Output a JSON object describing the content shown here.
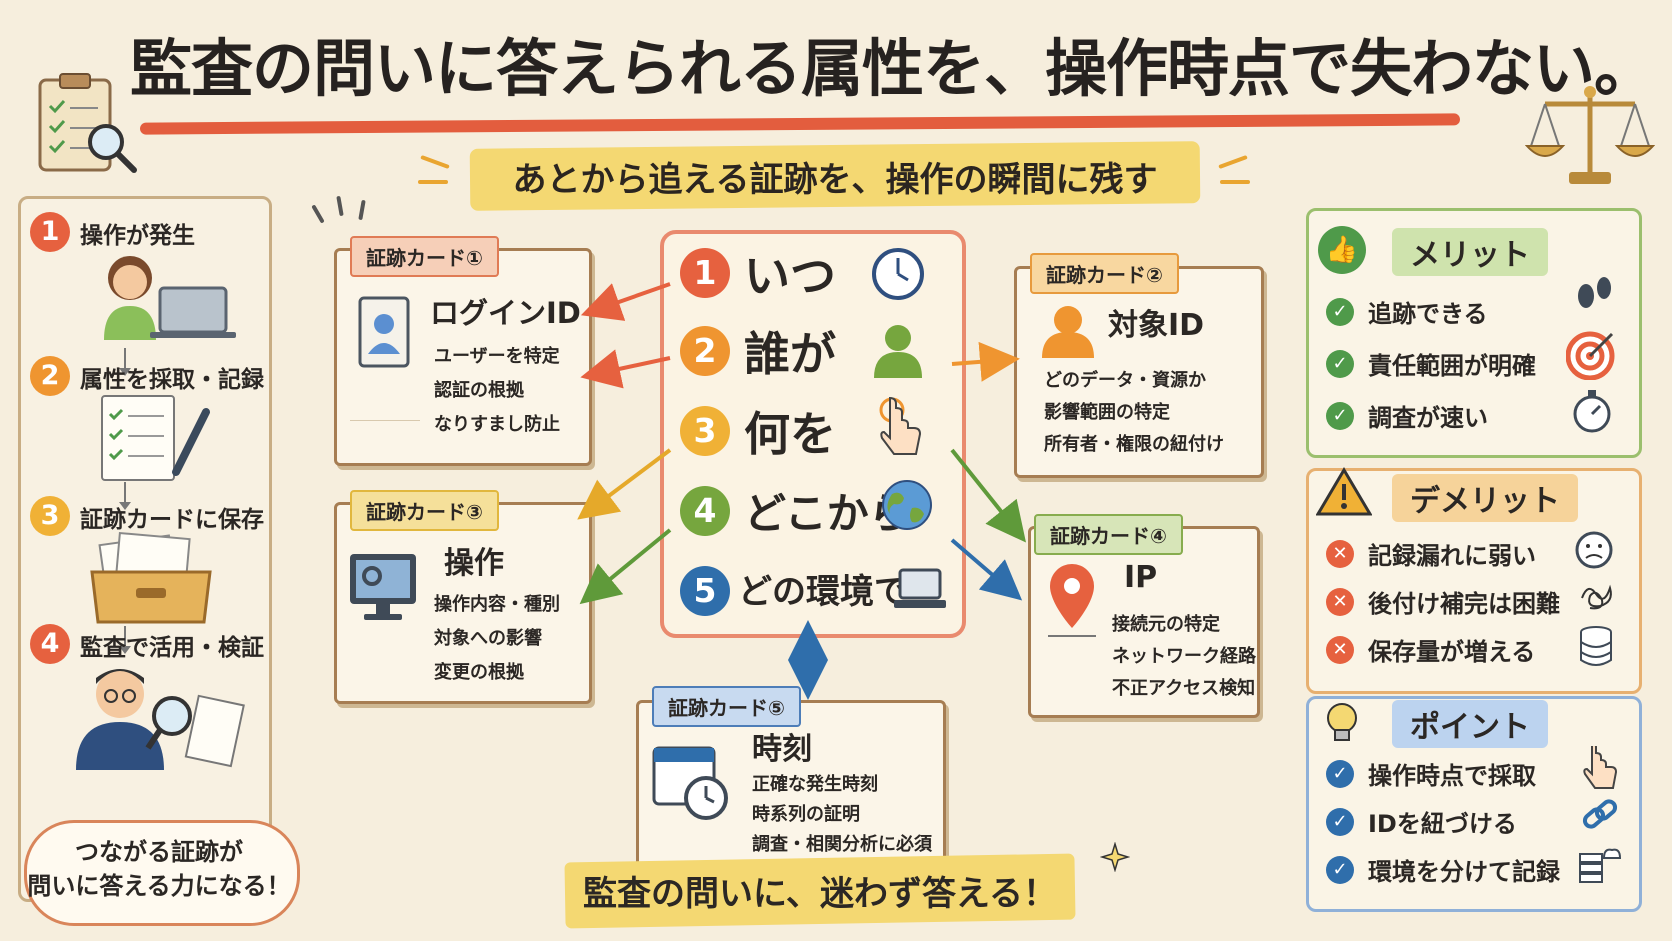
{
  "title": "監査の問いに答えられる属性を、操作時点で失わない。",
  "subtitle": "あとから追える証跡を、操作の瞬間に残す",
  "steps": [
    {
      "num": "1",
      "label": "操作が発生"
    },
    {
      "num": "2",
      "label": "属性を採取・記録"
    },
    {
      "num": "3",
      "label": "証跡カードに保存"
    },
    {
      "num": "4",
      "label": "監査で活用・検証"
    }
  ],
  "left_footer": [
    "つながる証跡が",
    "問いに答える力になる！"
  ],
  "questions": [
    {
      "num": "1",
      "label": "いつ",
      "icon": "clock-icon"
    },
    {
      "num": "2",
      "label": "誰が",
      "icon": "person-icon"
    },
    {
      "num": "3",
      "label": "何を",
      "icon": "pointer-hand-icon"
    },
    {
      "num": "4",
      "label": "どこから",
      "icon": "globe-icon"
    },
    {
      "num": "5",
      "label": "どの環境で",
      "icon": "laptop-icon"
    }
  ],
  "cards": {
    "c1": {
      "tag": "証跡カード①",
      "title": "ログインID",
      "bullets": [
        "ユーザーを特定",
        "認証の根拠",
        "なりすまし防止"
      ]
    },
    "c2": {
      "tag": "証跡カード②",
      "title": "対象ID",
      "bullets": [
        "どのデータ・資源か",
        "影響範囲の特定",
        "所有者・権限の紐付け"
      ]
    },
    "c3": {
      "tag": "証跡カード③",
      "title": "操作",
      "bullets": [
        "操作内容・種別",
        "対象への影響",
        "変更の根拠"
      ]
    },
    "c4": {
      "tag": "証跡カード④",
      "title": "IP",
      "bullets": [
        "接続元の特定",
        "ネットワーク経路",
        "不正アクセス検知"
      ]
    },
    "c5": {
      "tag": "証跡カード⑤",
      "title": "時刻",
      "bullets": [
        "正確な発生時刻",
        "時系列の証明",
        "調査・相関分析に必須"
      ]
    }
  },
  "merit": {
    "title": "メリット",
    "items": [
      "追跡できる",
      "責任範囲が明確",
      "調査が速い"
    ]
  },
  "demerit": {
    "title": "デメリット",
    "items": [
      "記録漏れに弱い",
      "後付け補完は困難",
      "保存量が増える"
    ]
  },
  "point": {
    "title": "ポイント",
    "items": [
      "操作時点で採取",
      "IDを紐づける",
      "環境を分けて記録"
    ]
  },
  "bottom_banner": "監査の問いに、迷わず答える！",
  "colors": {
    "red": "#e6613f",
    "orange": "#ef9530",
    "yellow": "#f0b136",
    "green": "#76a63e",
    "blue": "#2f6eab"
  }
}
